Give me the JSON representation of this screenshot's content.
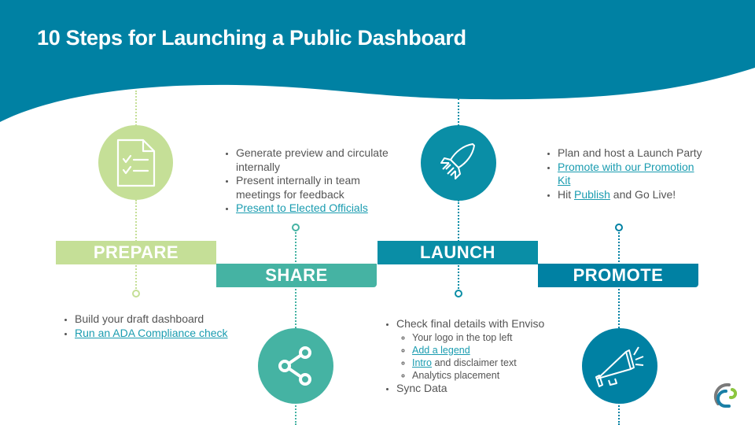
{
  "title": "10 Steps for Launching a Public Dashboard",
  "colors": {
    "header": "#0081a3",
    "prepare": "#c5df97",
    "share": "#45b3a3",
    "launch": "#0a8ea6",
    "promote": "#0081a3",
    "link": "#1a9cb0",
    "text": "#555555"
  },
  "phases": [
    {
      "label": "PREPARE",
      "icon": "checklist-document-icon"
    },
    {
      "label": "SHARE",
      "icon": "share-icon"
    },
    {
      "label": "LAUNCH",
      "icon": "rocket-icon"
    },
    {
      "label": "PROMOTE",
      "icon": "megaphone-icon"
    }
  ],
  "prepare_items": [
    {
      "text": "Build your draft dashboard"
    },
    {
      "link": "Run an ADA Compliance check"
    }
  ],
  "share_items": [
    {
      "text": "Generate preview and circulate internally"
    },
    {
      "text": "Present internally in team meetings for feedback"
    },
    {
      "link": "Present to Elected Officials"
    }
  ],
  "launch_items": {
    "item1": "Check final details with Enviso",
    "sub1": "Your logo in the top left",
    "sub2_link": "Add a legend",
    "sub3_link": "Intro",
    "sub3_text": " and disclaimer text",
    "sub4": "Analytics placement",
    "item2": "Sync Data"
  },
  "promote_items": {
    "item1": "Plan and host a Launch Party",
    "item2_link": "Promote with our Promotion Kit",
    "item3_pre": "Hit ",
    "item3_link": "Publish",
    "item3_post": " and Go Live!"
  },
  "logo": "enviso-logo-icon"
}
